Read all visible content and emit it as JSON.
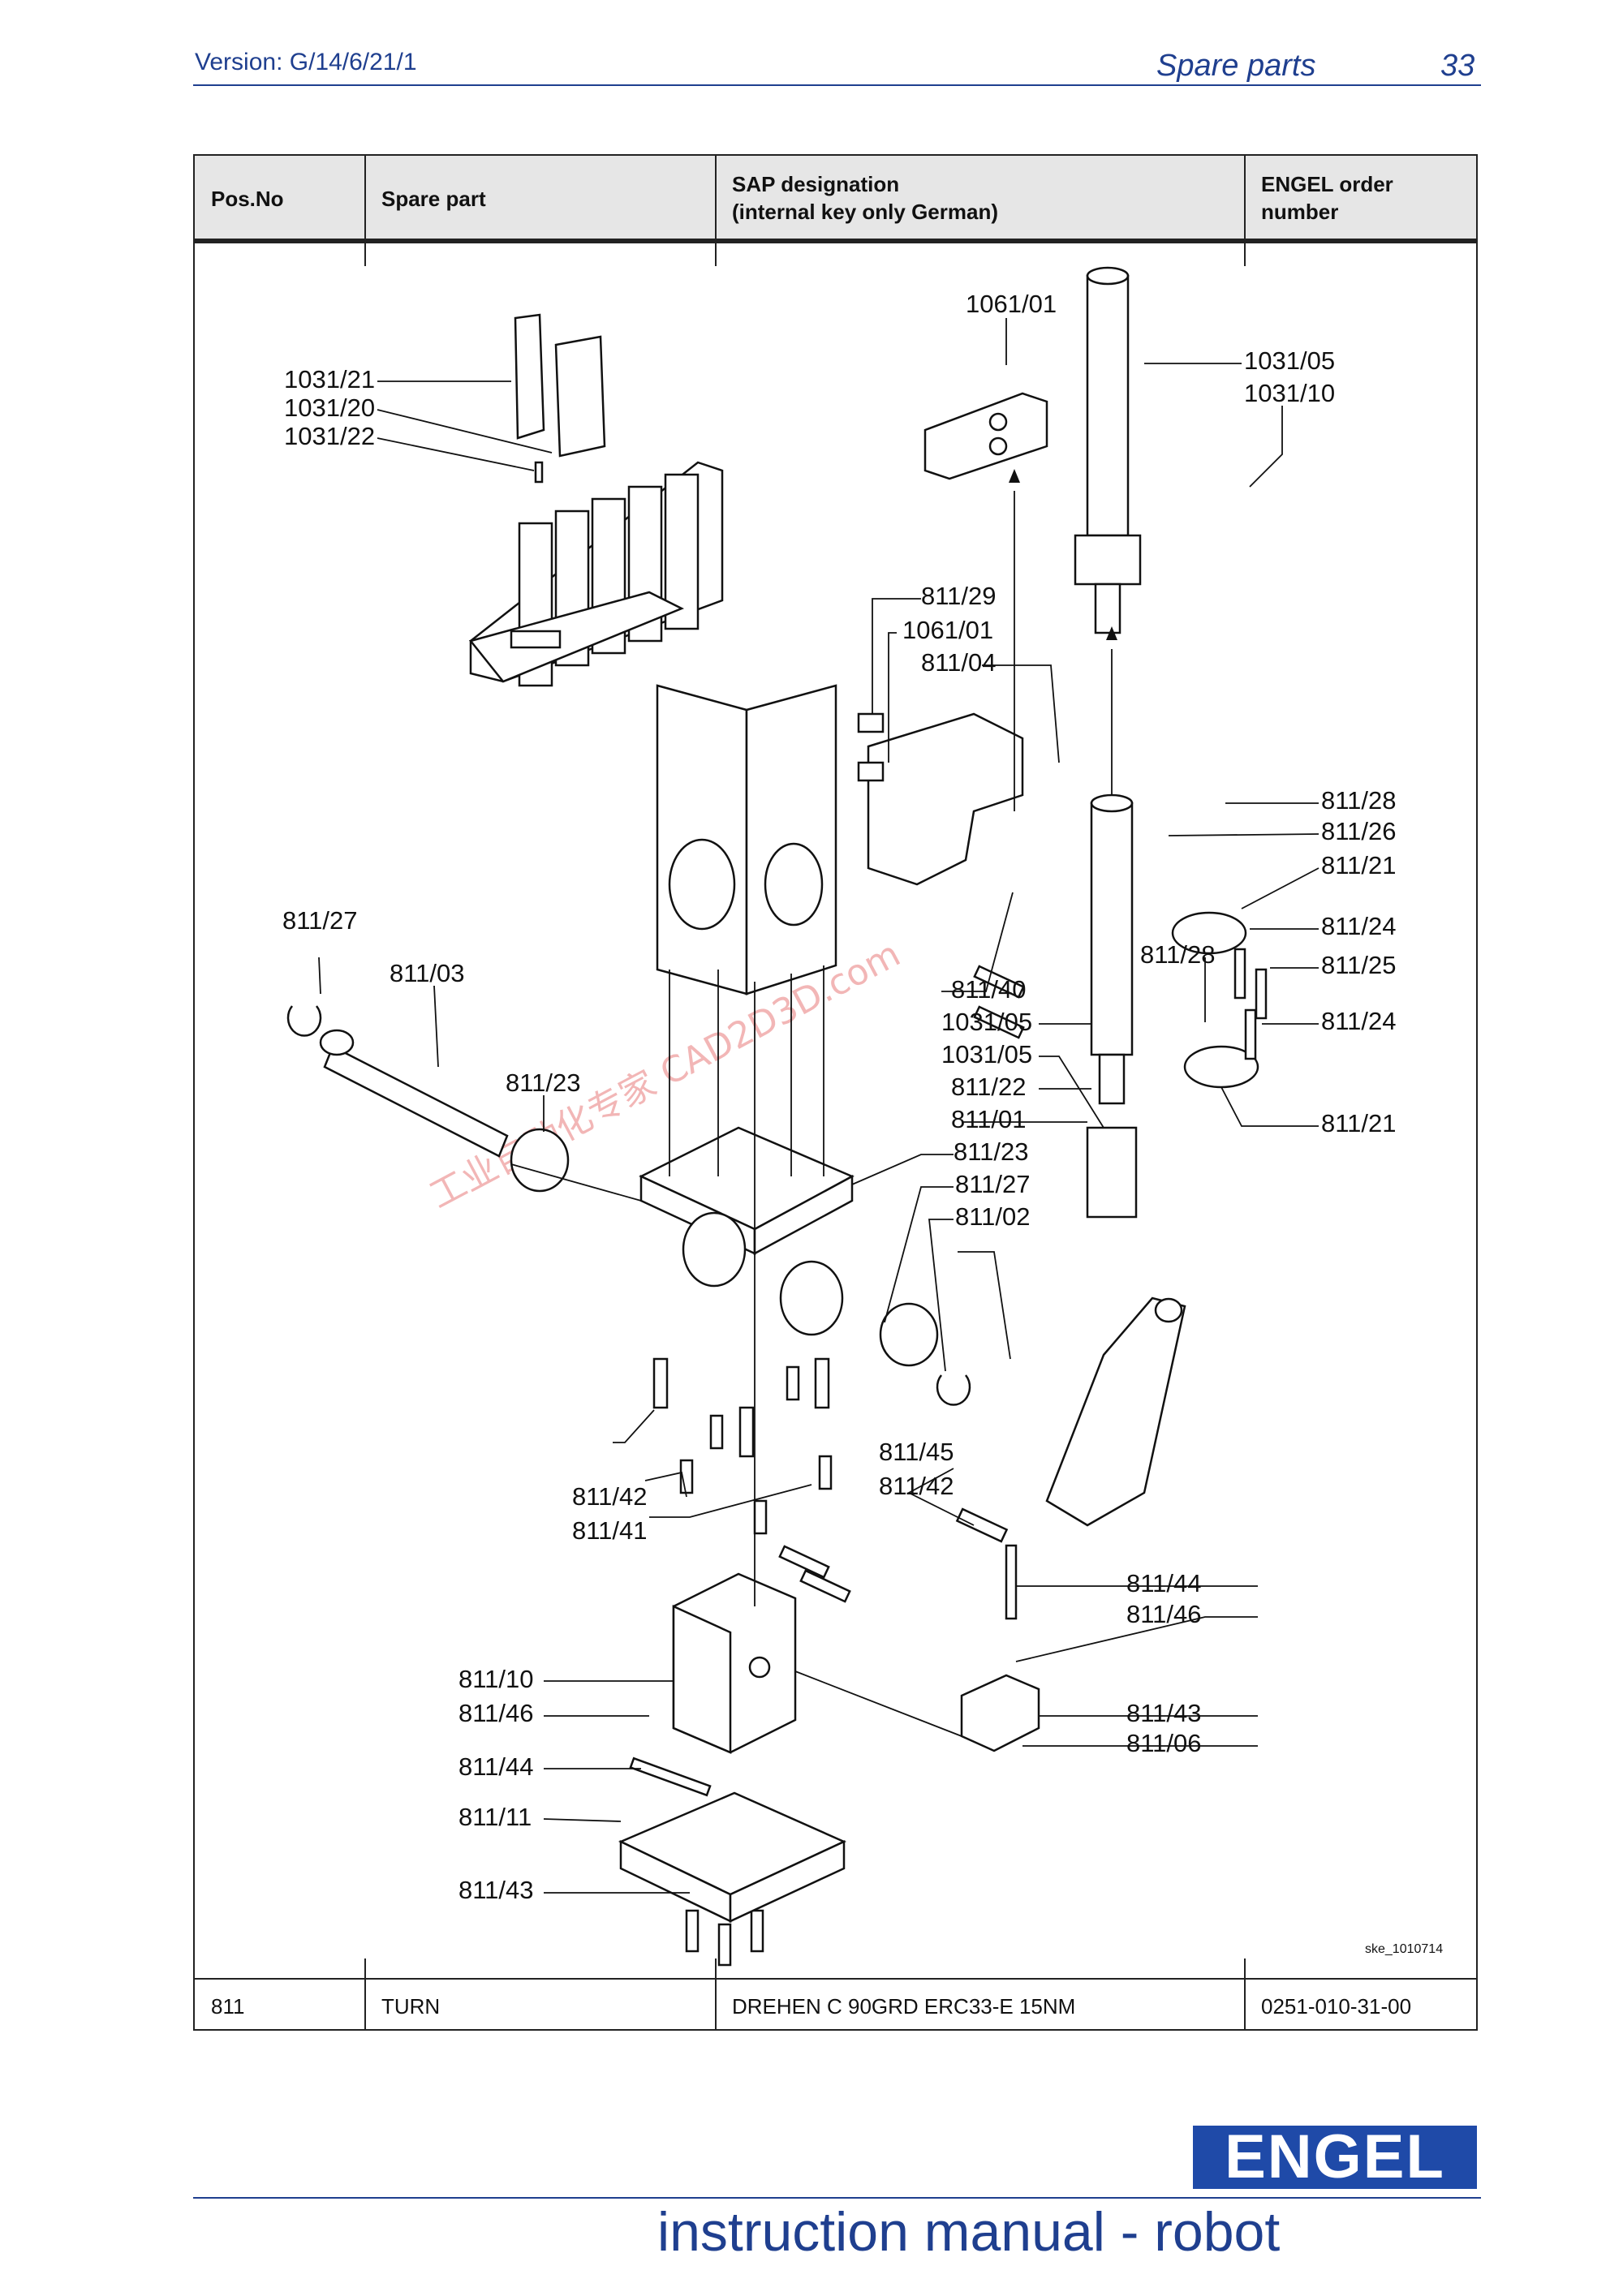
{
  "header": {
    "version": "Version: G/14/6/21/1",
    "section": "Spare parts",
    "page": "33"
  },
  "table": {
    "columns": [
      {
        "label_line1": "Pos.No",
        "label_line2": ""
      },
      {
        "label_line1": "Spare part",
        "label_line2": ""
      },
      {
        "label_line1": "SAP designation",
        "label_line2": "(internal key only German)"
      },
      {
        "label_line1": "ENGEL order",
        "label_line2": "number"
      }
    ],
    "row": {
      "pos_no": "811",
      "spare_part": "TURN",
      "sap_designation": "DREHEN C 90GRD ERC33-E 15NM",
      "order_number": "0251-010-31-00"
    }
  },
  "drawing": {
    "drawing_id": "ske_1010714",
    "watermark": "工业自动化专家 CAD2D3D.com",
    "callouts": {
      "c1061_01_top": "1061/01",
      "c1031_05_top": "1031/05",
      "c1031_10": "1031/10",
      "c1031_21": "1031/21",
      "c1031_20": "1031/20",
      "c1031_22_top": "1031/22",
      "c811_29": "811/29",
      "c1061_01_mid": "1061/01",
      "c811_04": "811/04",
      "c811_28_a": "811/28",
      "c811_26": "811/26",
      "c811_21_a": "811/21",
      "c811_24_a": "811/24",
      "c811_25": "811/25",
      "c811_28_b": "811/28",
      "c811_24_b": "811/24",
      "c811_21_b": "811/21",
      "c811_27_left": "811/27",
      "c811_03": "811/03",
      "c811_23_left": "811/23",
      "c811_40": "811/40",
      "c1031_05_a": "1031/05",
      "c1031_05_b": "1031/05",
      "c811_22": "811/22",
      "c811_01": "811/01",
      "c811_23_mid": "811/23",
      "c811_27_mid": "811/27",
      "c811_02": "811/02",
      "c811_45": "811/45",
      "c811_42_right": "811/42",
      "c811_42_left": "811/42",
      "c811_41": "811/41",
      "c811_44_top": "811/44",
      "c811_46_top": "811/46",
      "c811_10": "811/10",
      "c811_46_left": "811/46",
      "c811_44_left": "811/44",
      "c811_43_right": "811/43",
      "c811_06": "811/06",
      "c811_11": "811/11",
      "c811_43_bottom": "811/43"
    }
  },
  "footer": {
    "logo": "ENGEL",
    "title": "instruction manual - robot"
  },
  "colors": {
    "accent_blue": "#1f3f8f",
    "logo_blue": "#1f4aa8",
    "header_gray": "#e6e6e6",
    "watermark_red": "#f2b6b6"
  }
}
